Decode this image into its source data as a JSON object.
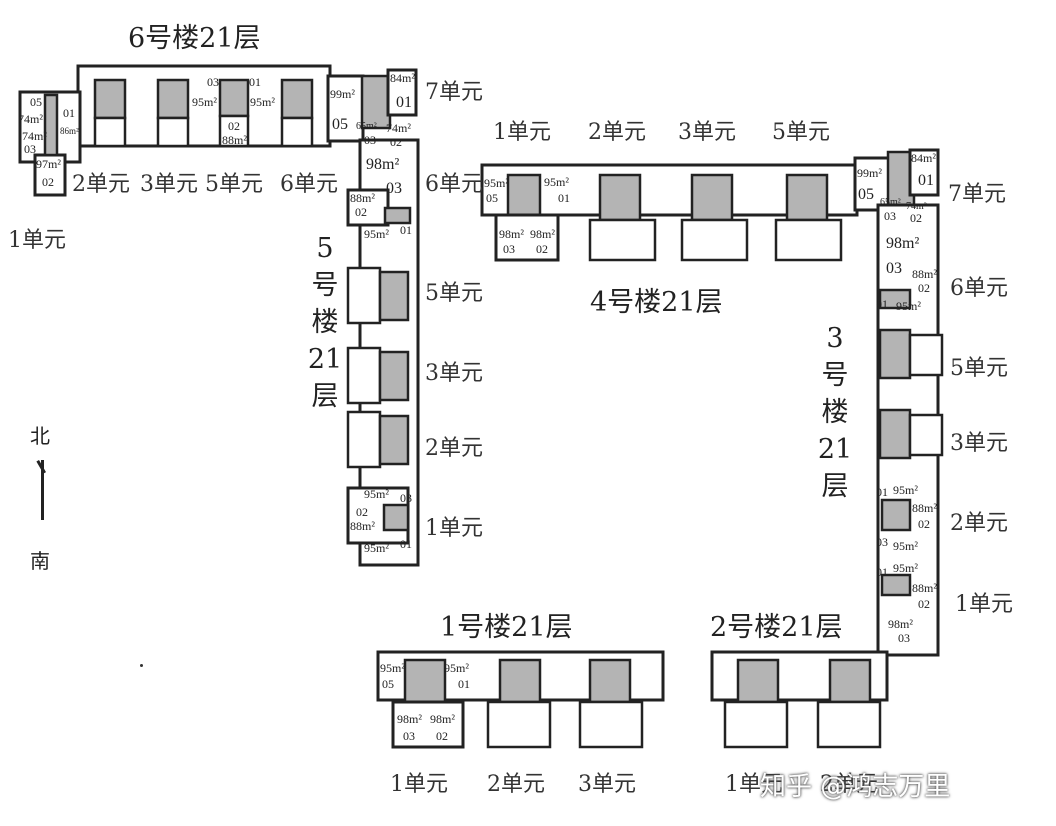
{
  "titles": {
    "b6": "6号楼21层",
    "b5": [
      "5",
      "号",
      "楼",
      "21",
      "层"
    ],
    "b4": "4号楼21层",
    "b3": [
      "3",
      "号",
      "楼",
      "21",
      "层"
    ],
    "b1": "1号楼21层",
    "b2": "2号楼21层"
  },
  "units": {
    "b6": [
      "1单元",
      "2单元",
      "3单元",
      "5单元",
      "6单元",
      "6单元",
      "7单元"
    ],
    "b5": [
      "5单元",
      "3单元",
      "2单元",
      "1单元"
    ],
    "b4": [
      "1单元",
      "2单元",
      "3单元",
      "5单元",
      "7单元",
      "6单元"
    ],
    "b3": [
      "5单元",
      "3单元",
      "2单元",
      "1单元"
    ],
    "b1": [
      "1单元",
      "2单元",
      "3单元"
    ],
    "b2": [
      "1单元",
      "2单元"
    ]
  },
  "tags": {
    "b6_left": [
      "05",
      "74m²",
      "74m²",
      "03",
      "01",
      "86m²",
      "97m²",
      "02"
    ],
    "b6_u5": [
      "03",
      "95m²",
      "01",
      "95m²",
      "02",
      "88m²"
    ],
    "b6_corner": [
      "99m²",
      "05",
      "84m²",
      "01",
      "65m²",
      "03",
      "74m²",
      "02",
      "98m²",
      "03",
      "88m²",
      "02",
      "95m²",
      "01"
    ],
    "b5_u1": [
      "95m²",
      "03",
      "02",
      "88m²",
      "95m²",
      "01"
    ],
    "b4_u1": [
      "95m²",
      "05",
      "95m²",
      "01",
      "98m²",
      "03",
      "98m²",
      "02"
    ],
    "b4_corner": [
      "99m²",
      "05",
      "84m²",
      "01",
      "65m²",
      "03",
      "74m²",
      "02",
      "98m²",
      "03",
      "88m²",
      "02",
      "01",
      "95m²"
    ],
    "b3_u2": [
      "01",
      "95m²",
      "88m²",
      "02",
      "03",
      "95m²"
    ],
    "b3_u1": [
      "01",
      "95m²",
      "88m²",
      "02",
      "98m²",
      "03"
    ],
    "b1_u1": [
      "95m²",
      "05",
      "95m²",
      "01",
      "98m²",
      "03",
      "98m²",
      "02"
    ]
  },
  "compass": {
    "north": "北",
    "south": "南"
  },
  "watermark": "知乎 @鸿志万里"
}
